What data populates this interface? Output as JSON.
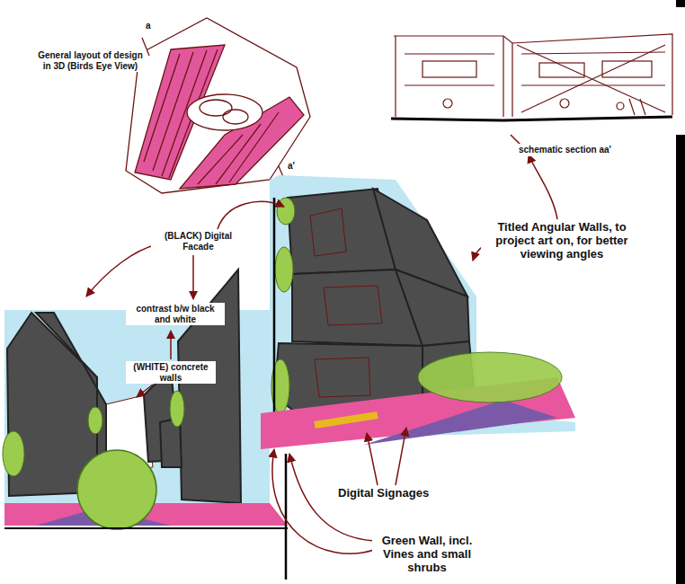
{
  "diagram": {
    "labels": [
      "General layout of design in 3D (Birds Eye View)",
      "a",
      "a'",
      "schematic section aa'",
      "Titled Angular Walls, to project art on, for better viewing angles",
      "(BLACK) Digital Facade",
      "contrast b/w black and white",
      "(WHITE) concrete walls",
      "Digital Signages",
      "Green Wall, incl. Vines and small shrubs"
    ]
  }
}
